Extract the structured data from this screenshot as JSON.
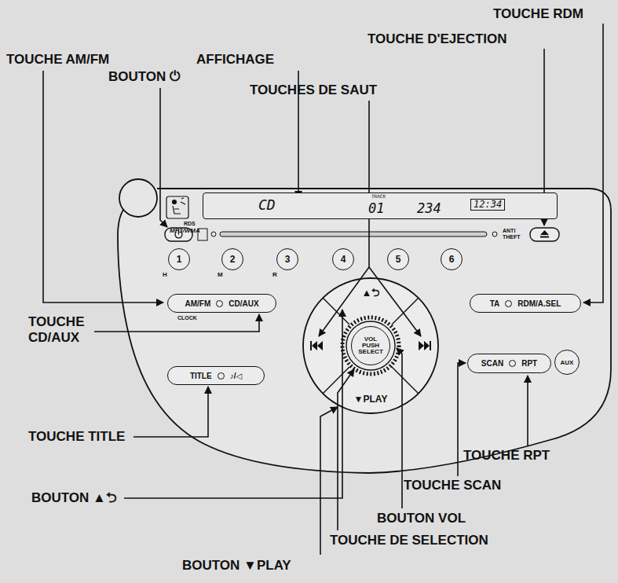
{
  "diagram": {
    "nodes": [
      {
        "text": [
          "CD",
          "TRACK",
          "01",
          "234",
          "12:34"
        ]
      },
      {
        "text": [
          "1"
        ]
      },
      {
        "text": [
          "2"
        ]
      },
      {
        "text": [
          "3"
        ]
      },
      {
        "text": [
          "4"
        ]
      },
      {
        "text": [
          "5"
        ]
      },
      {
        "text": [
          "6"
        ]
      },
      {
        "text": [
          "AM/FM",
          "CD/AUX"
        ]
      },
      {
        "text": [
          "TA",
          "RDM/A.SEL"
        ]
      },
      {
        "text": [
          "TITLE",
          "♪/◁"
        ]
      },
      {
        "text": [
          "SCAN",
          "RPT"
        ]
      },
      {
        "text": [
          "AUX"
        ]
      },
      {
        "text": [
          "VOL PUSH SELECT"
        ]
      }
    ],
    "labels": [
      "TOUCHE AM/FM",
      "AFFICHAGE",
      "TOUCHE RDM",
      "TOUCHE D'EJECTION",
      "BOUTON ⏻",
      "TOUCHES DE SAUT",
      "TOUCHE CD/AUX",
      "TOUCHE TITLE",
      "BOUTON ▲⮌",
      "TOUCHE RPT",
      "TOUCHE SCAN",
      "BOUTON VOL",
      "TOUCHE DE SELECTION",
      "BOUTON ▼PLAY",
      "RDS",
      "MP3/WMA",
      "ANTI THEFT",
      "H",
      "M",
      "R",
      "CLOCK",
      "▲⮌",
      "▼PLAY"
    ]
  }
}
